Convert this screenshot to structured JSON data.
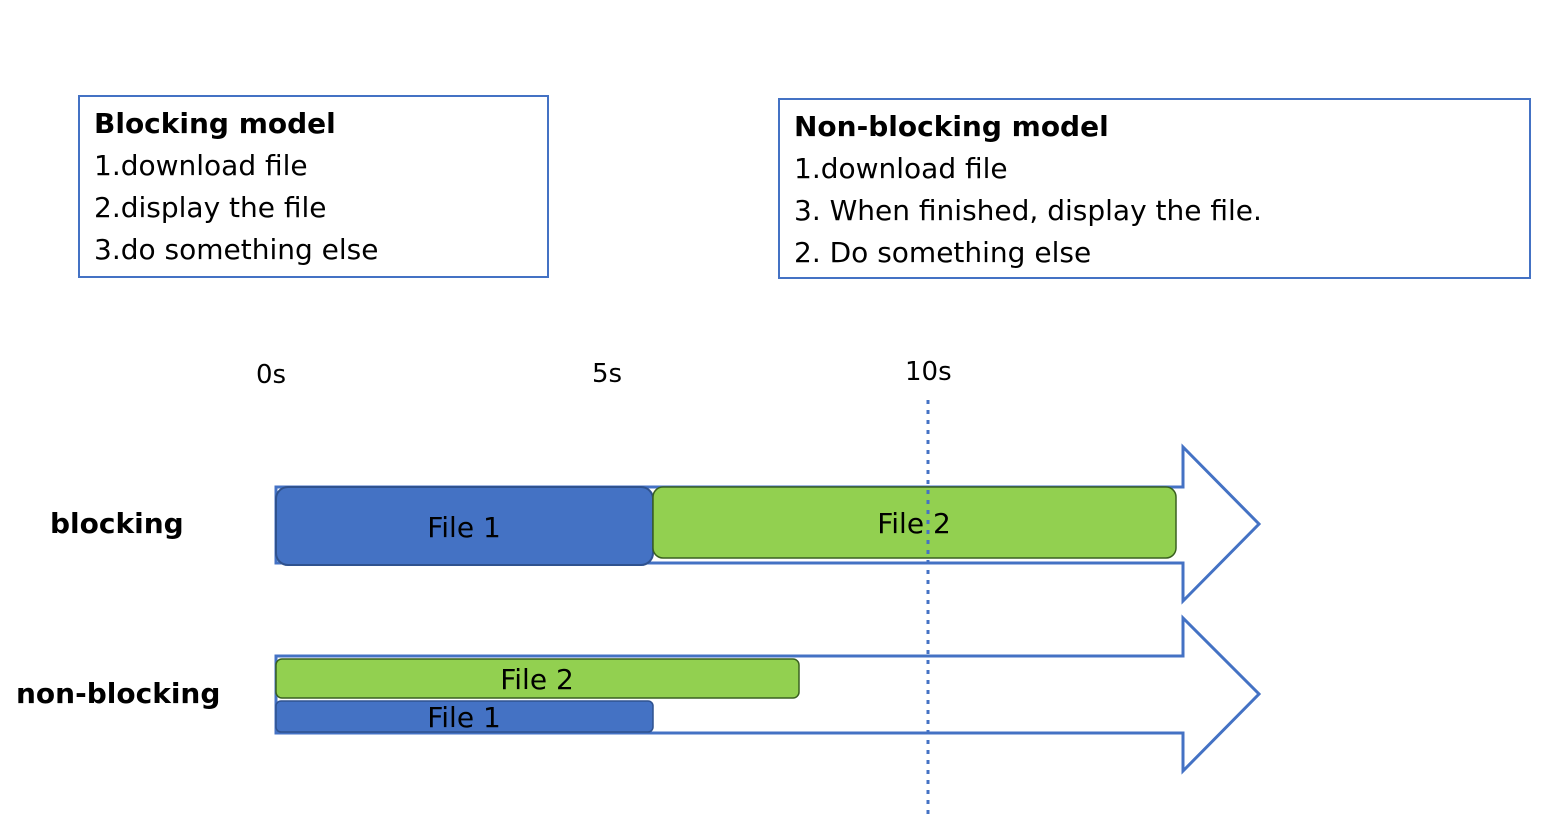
{
  "blocking_box": {
    "title": "Blocking model",
    "lines": [
      "1.download file",
      "2.display the file",
      "3.do something else"
    ]
  },
  "nonblocking_box": {
    "title": "Non-blocking model",
    "lines": [
      "1.download file",
      "3. When finished, display the file.",
      "2. Do something else"
    ]
  },
  "timeline": {
    "ticks": [
      "0s",
      "5s",
      "10s"
    ],
    "rows": {
      "blocking": {
        "label": "blocking",
        "bars": [
          {
            "label": "File 1",
            "color": "#4472c4"
          },
          {
            "label": "File 2",
            "color": "#92d050"
          }
        ]
      },
      "nonblocking": {
        "label": "non-blocking",
        "bars": [
          {
            "label": "File 2",
            "color": "#92d050"
          },
          {
            "label": "File 1",
            "color": "#4472c4"
          }
        ]
      }
    },
    "marker_line_color": "#4472c4",
    "arrow_outline_color": "#4472c4"
  }
}
